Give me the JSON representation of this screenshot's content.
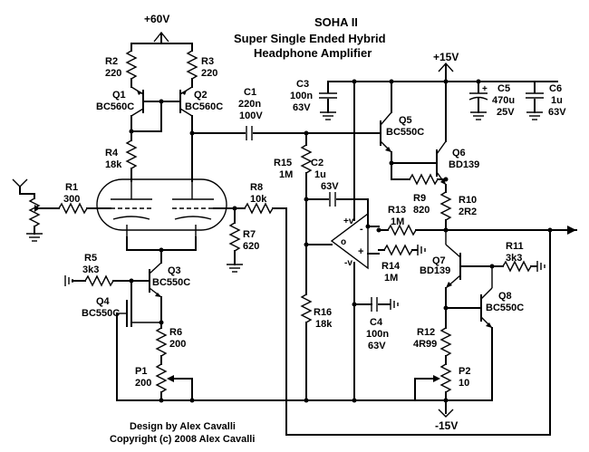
{
  "title": {
    "line1": "SOHA II",
    "line2": "Super Single Ended Hybrid",
    "line3": "Headphone Amplifier"
  },
  "credits": {
    "design": "Design by Alex Cavalli",
    "copyright": "Copyright (c) 2008 Alex Cavalli"
  },
  "rails": {
    "pos60": "+60V",
    "pos15": "+15V",
    "neg15": "-15V"
  },
  "components": {
    "R1": {
      "ref": "R1",
      "value": "300"
    },
    "R2": {
      "ref": "R2",
      "value": "220"
    },
    "R3": {
      "ref": "R3",
      "value": "220"
    },
    "R4": {
      "ref": "R4",
      "value": "18k"
    },
    "R5": {
      "ref": "R5",
      "value": "3k3"
    },
    "R6": {
      "ref": "R6",
      "value": "200"
    },
    "R7": {
      "ref": "R7",
      "value": "620"
    },
    "R8": {
      "ref": "R8",
      "value": "10k"
    },
    "R9": {
      "ref": "R9",
      "value": "820"
    },
    "R10": {
      "ref": "R10",
      "value": "2R2"
    },
    "R11": {
      "ref": "R11",
      "value": "3k3"
    },
    "R12": {
      "ref": "R12",
      "value": "4R99"
    },
    "R13": {
      "ref": "R13",
      "value": "1M"
    },
    "R14": {
      "ref": "R14",
      "value": "1M"
    },
    "R15": {
      "ref": "R15",
      "value": "1M"
    },
    "R16": {
      "ref": "R16",
      "value": "18k"
    },
    "C1": {
      "ref": "C1",
      "value": "220n",
      "voltage": "100V"
    },
    "C2": {
      "ref": "C2",
      "value": "1u",
      "voltage": "63V"
    },
    "C3": {
      "ref": "C3",
      "value": "100n",
      "voltage": "63V"
    },
    "C4": {
      "ref": "C4",
      "value": "100n",
      "voltage": "63V"
    },
    "C5": {
      "ref": "C5",
      "value": "470u",
      "voltage": "25V"
    },
    "C6": {
      "ref": "C6",
      "value": "1u",
      "voltage": "63V"
    },
    "P1": {
      "ref": "P1",
      "value": "200"
    },
    "P2": {
      "ref": "P2",
      "value": "10"
    },
    "Q1": {
      "ref": "Q1",
      "part": "BC560C"
    },
    "Q2": {
      "ref": "Q2",
      "part": "BC560C"
    },
    "Q3": {
      "ref": "Q3",
      "part": "BC550C"
    },
    "Q4": {
      "ref": "Q4",
      "part": "BC550C"
    },
    "Q5": {
      "ref": "Q5",
      "part": "BC550C"
    },
    "Q6": {
      "ref": "Q6",
      "part": "BD139"
    },
    "Q7": {
      "ref": "Q7",
      "part": "BD139"
    },
    "Q8": {
      "ref": "Q8",
      "part": "BC550C"
    }
  },
  "opamp_pins": {
    "pos_supply": "+v",
    "neg_supply": "-v",
    "out": "o",
    "inv": "-",
    "noninv": "+"
  },
  "polarity": {
    "c5_plus": "+"
  }
}
